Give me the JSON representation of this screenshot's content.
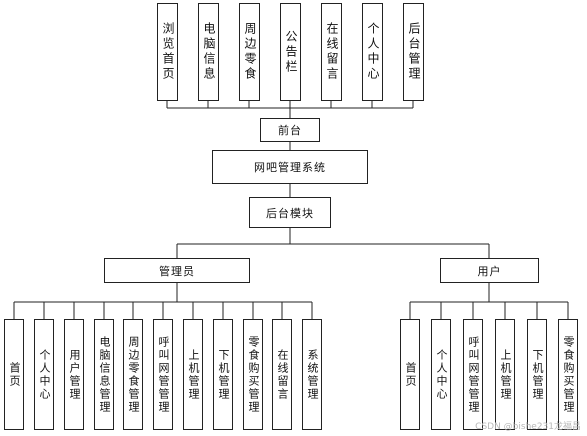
{
  "top_modules": [
    "浏览首页",
    "电脑信息",
    "周边零食",
    "公告栏",
    "在线留言",
    "个人中心",
    "后台管理"
  ],
  "frontend": "前台",
  "system": "网吧管理系统",
  "backend": "后台模块",
  "admin": "管理员",
  "user": "用户",
  "admin_modules": [
    "首页",
    "个人中心",
    "用户管理",
    "电脑信息管理",
    "周边零食管理",
    "呼叫网管管理",
    "上机管理",
    "下机管理",
    "零食购买管理",
    "在线留言",
    "系统管理"
  ],
  "user_modules": [
    "首页",
    "个人中心",
    "呼叫网管管理",
    "上机管理",
    "下机管理",
    "零食购买管理"
  ],
  "watermark": "CSDN @bishe231龙福昌"
}
